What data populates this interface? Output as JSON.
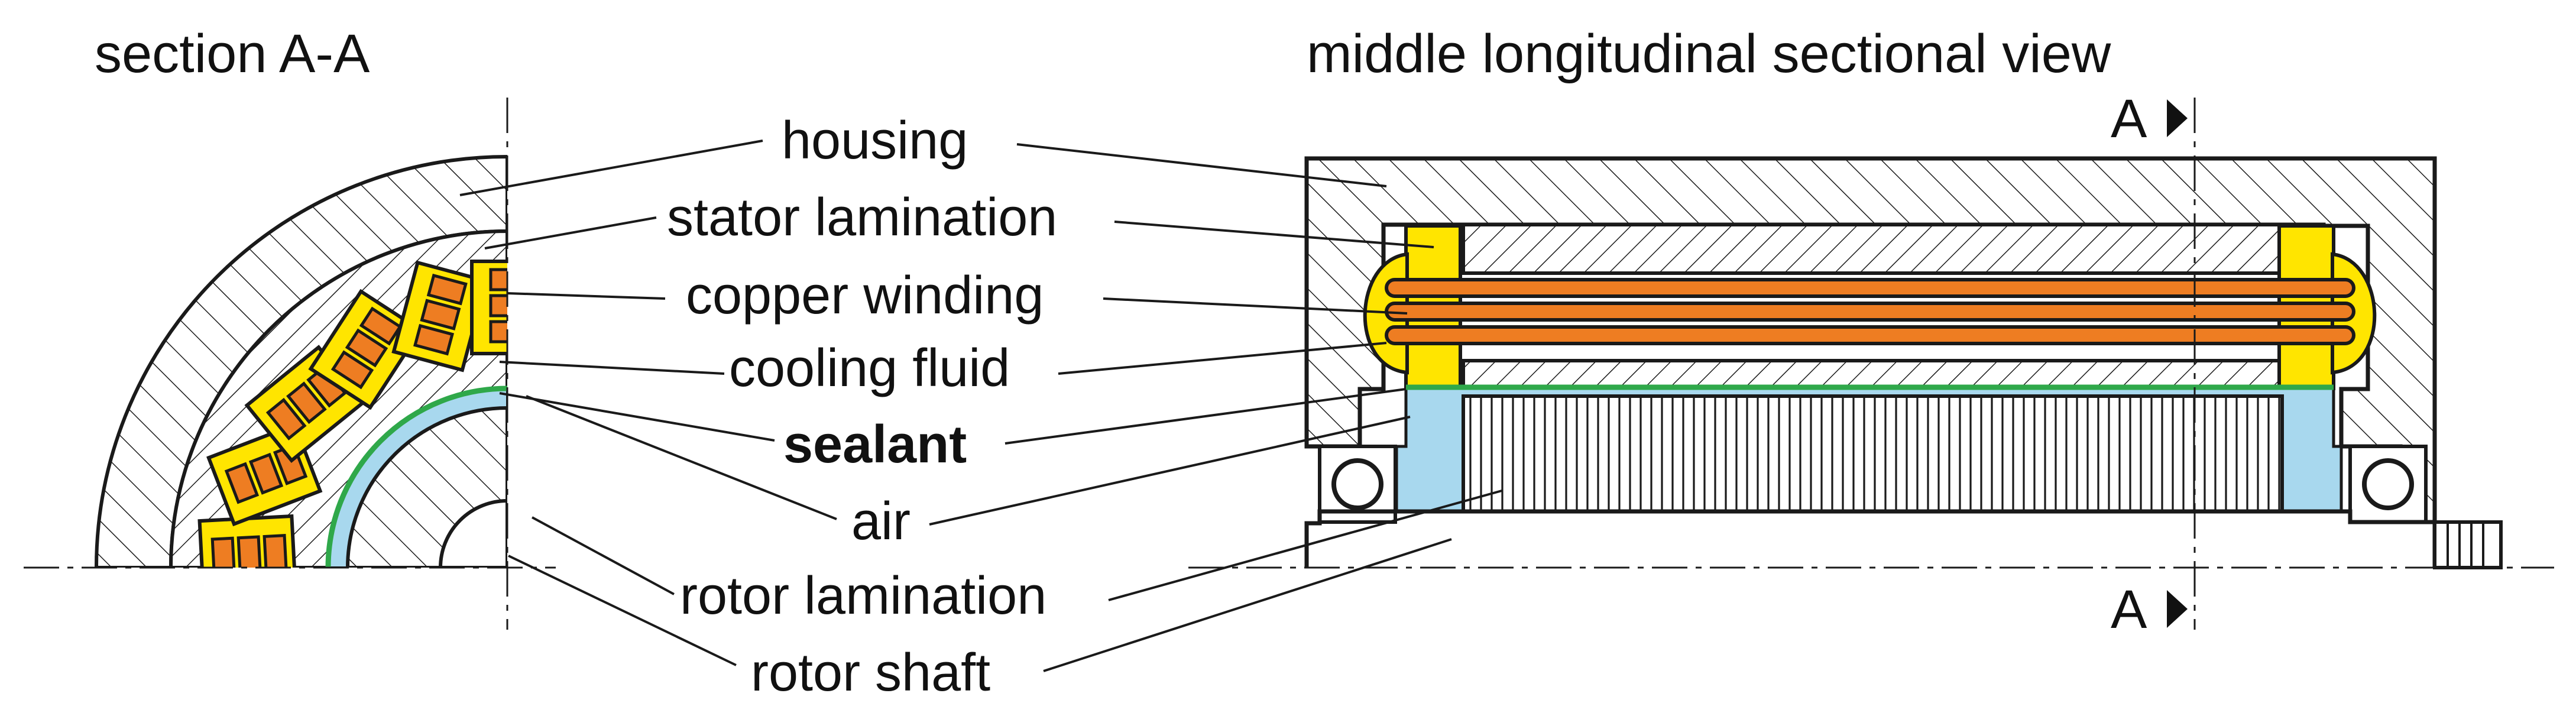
{
  "titles": {
    "section": "section A-A",
    "longitudinal": "middle longitudinal sectional view"
  },
  "labels": {
    "housing": "housing",
    "stator_lamination": "stator lamination",
    "copper_winding": "copper winding",
    "cooling_fluid": "cooling fluid",
    "sealant": "sealant",
    "air": "air",
    "rotor_lamination": "rotor lamination",
    "rotor_shaft": "rotor shaft"
  },
  "markers": {
    "top": "A",
    "bottom": "A"
  },
  "colors": {
    "outline": "#1a1a1a",
    "copper": "#ee7d22",
    "winding_insulation": "#ffe500",
    "cooling_fluid": "#a8d8ee",
    "sealant": "#2fa84a",
    "background": "#ffffff"
  }
}
